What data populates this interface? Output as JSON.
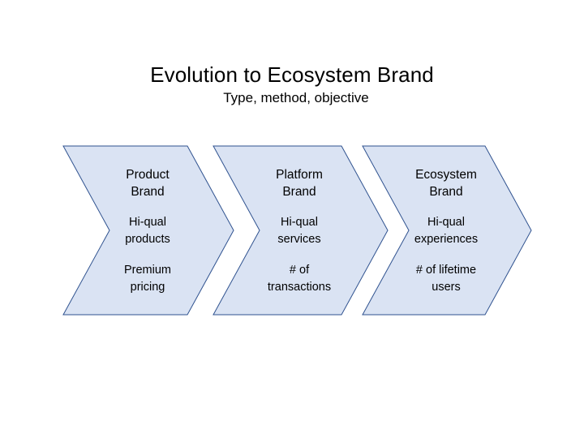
{
  "slide": {
    "title": "Evolution to Ecosystem Brand",
    "subtitle": "Type, method, objective"
  },
  "colors": {
    "chevron_fill": "#dae3f3",
    "chevron_stroke": "#2f528f"
  },
  "chevrons": [
    {
      "name_lines": [
        "Product",
        "Brand"
      ],
      "method_lines": [
        "Hi-qual",
        "products"
      ],
      "objective_lines": [
        "Premium",
        "pricing"
      ]
    },
    {
      "name_lines": [
        "Platform",
        "Brand"
      ],
      "method_lines": [
        "Hi-qual",
        "services"
      ],
      "objective_lines": [
        "# of",
        "transactions"
      ]
    },
    {
      "name_lines": [
        "Ecosystem",
        "Brand"
      ],
      "method_lines": [
        "Hi-qual",
        "experiences"
      ],
      "objective_lines": [
        "# of lifetime",
        "users"
      ]
    }
  ]
}
